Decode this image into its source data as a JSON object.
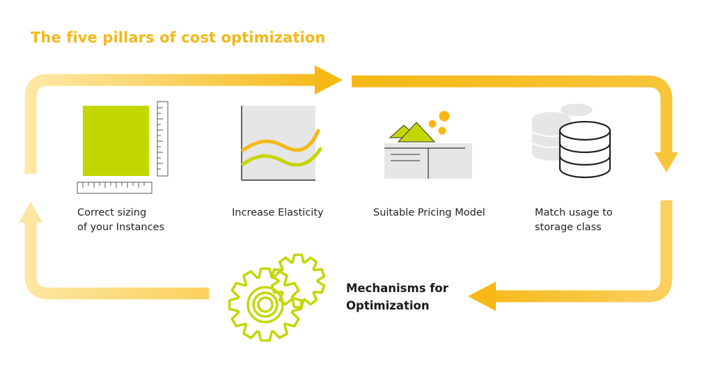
{
  "title": "The five pillars of cost optimization",
  "pillars": [
    {
      "line1": "Correct sizing",
      "line2": "of your Instances",
      "icon": "ruler-sizing-icon"
    },
    {
      "line1": "Increase Elasticity",
      "line2": "",
      "icon": "elasticity-curves-icon"
    },
    {
      "line1": "Suitable Pricing Model",
      "line2": "",
      "icon": "pricing-envelope-icon"
    },
    {
      "line1": "Match usage to",
      "line2": "storage class",
      "icon": "database-storage-icon"
    }
  ],
  "mechanism": {
    "line1": "Mechanisms for",
    "line2": "Optimization",
    "icon": "gears-icon"
  },
  "colors": {
    "title": "#f2b81a",
    "arrow_light": "#fde8a6",
    "arrow_dark": "#f5b816",
    "accent_green": "#c4d600",
    "gray": "#e6e6e6",
    "text": "#222222"
  }
}
